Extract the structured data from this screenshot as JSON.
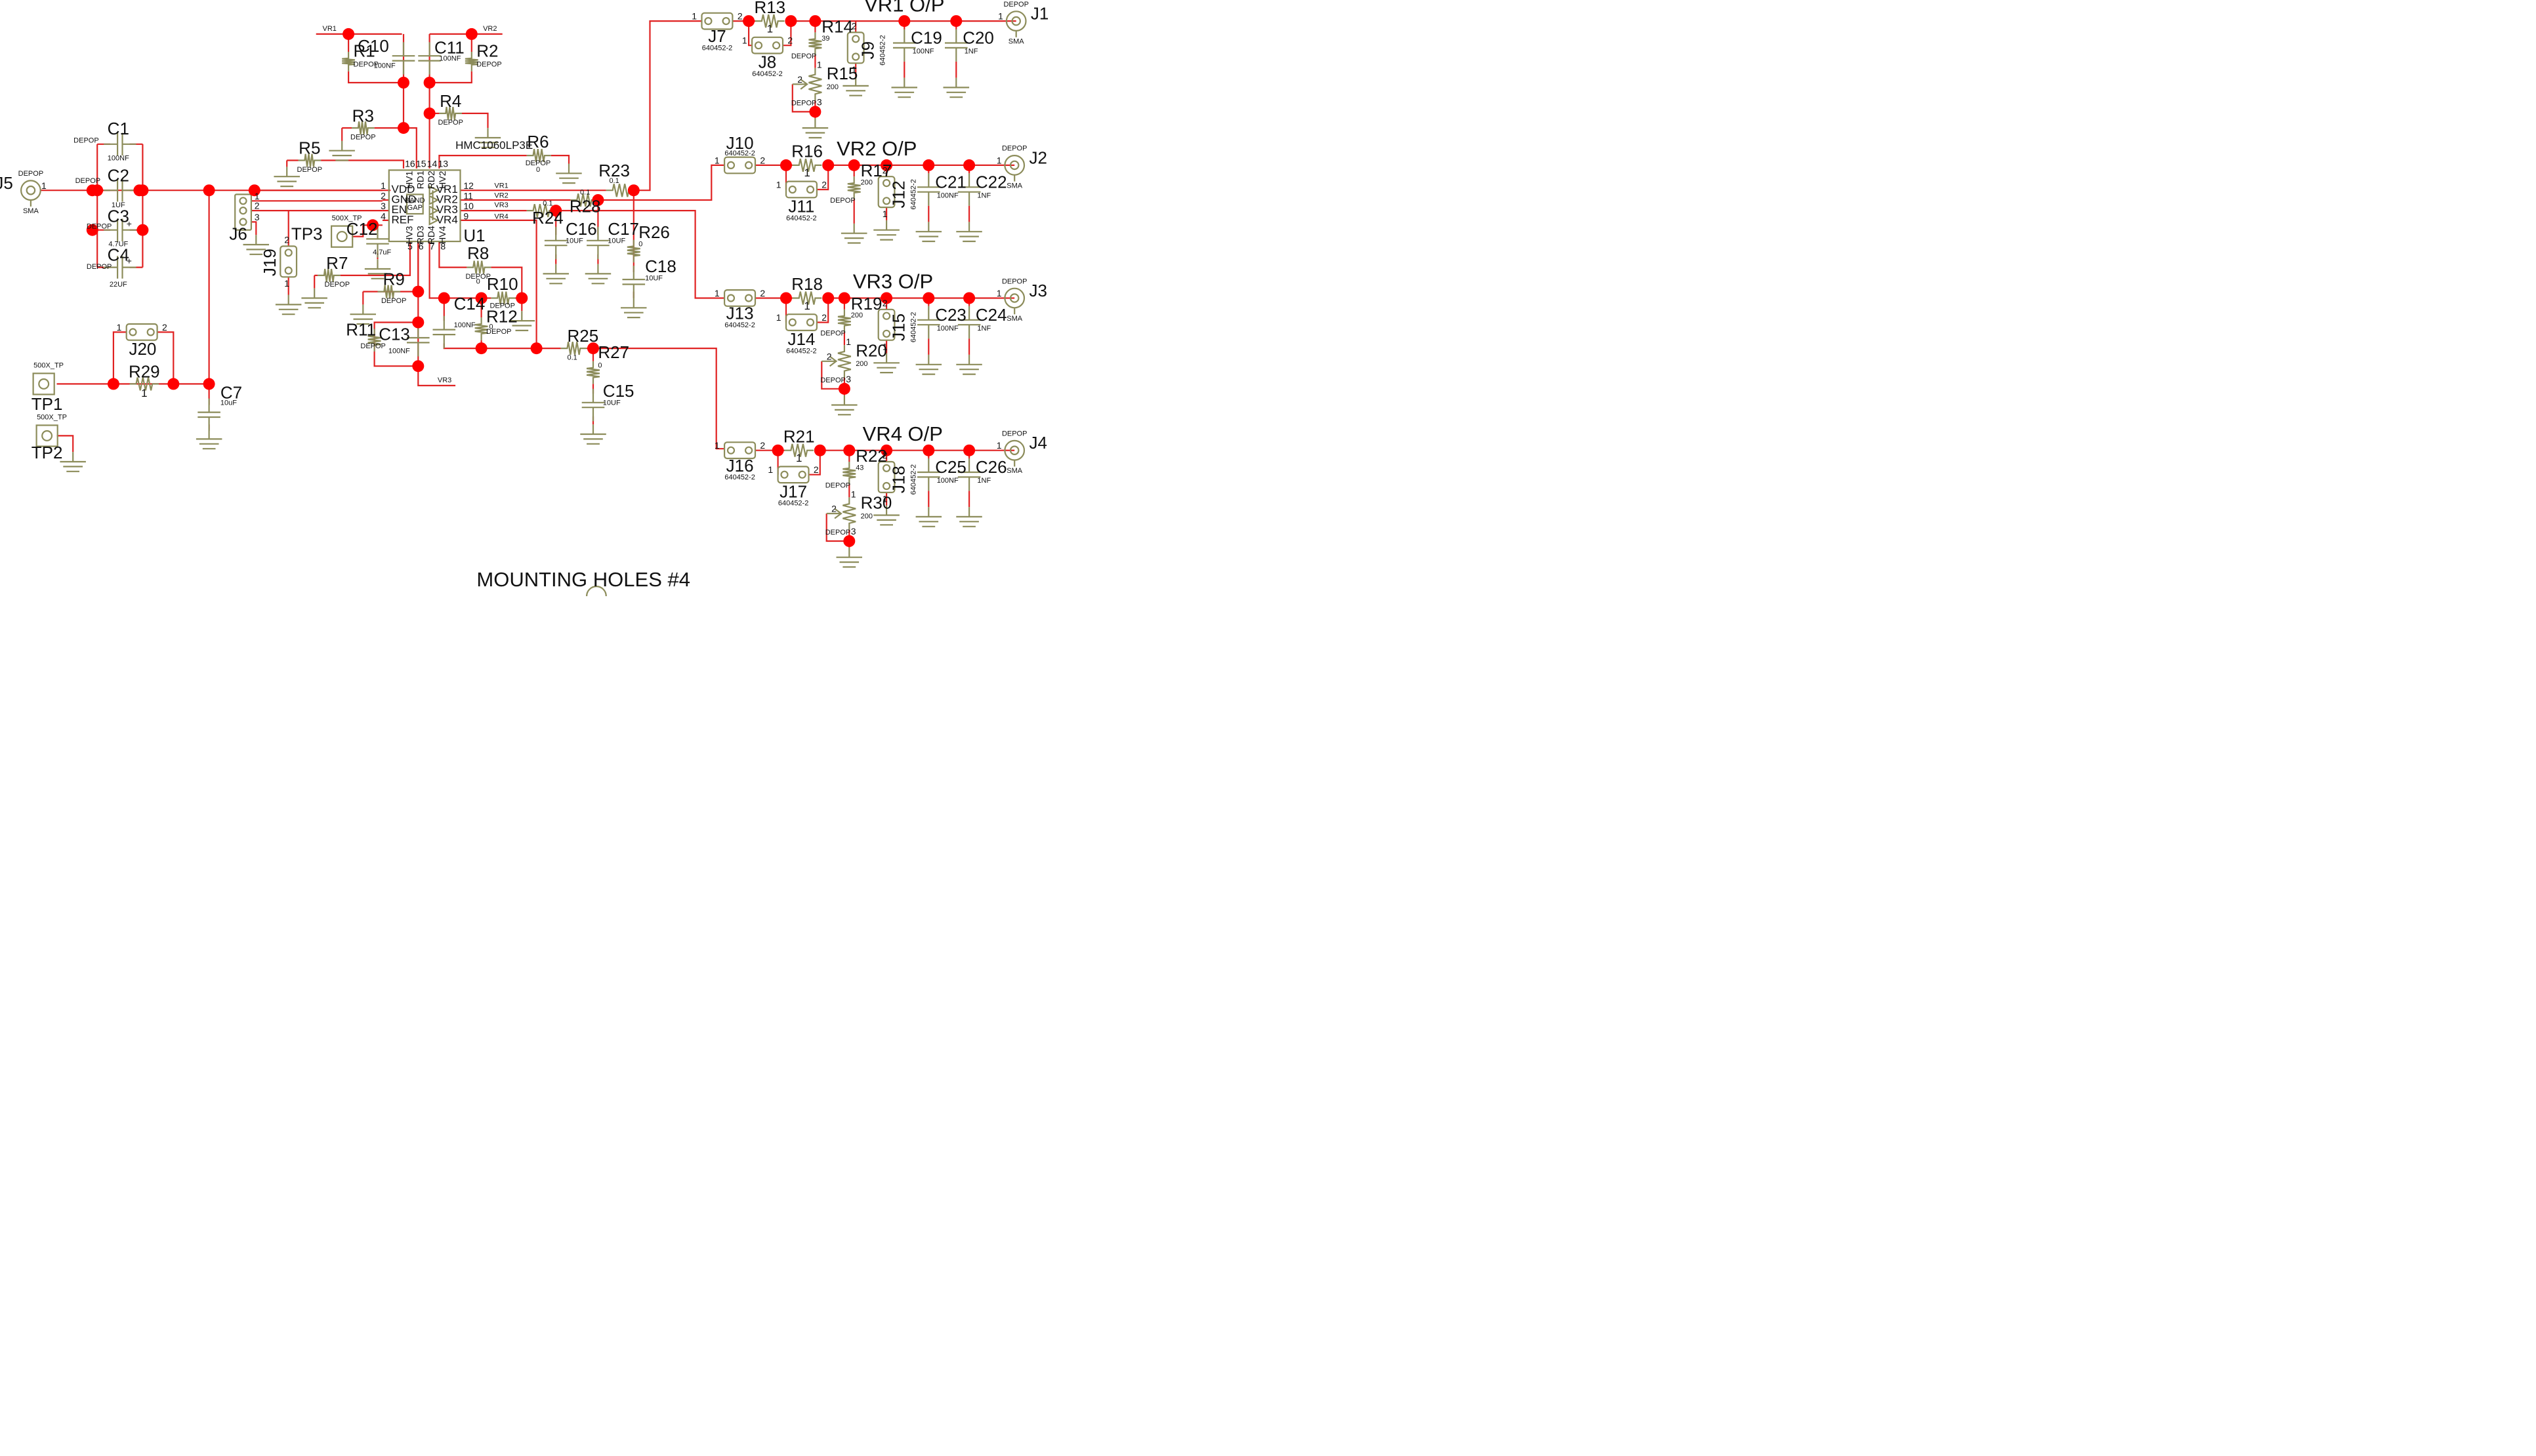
{
  "ic": {
    "ref": "U1",
    "part": "HMC1060LP3E",
    "left_pins": [
      {
        "num": "1",
        "name": "VDD"
      },
      {
        "num": "2",
        "name": "GND"
      },
      {
        "num": "3",
        "name": "EN"
      },
      {
        "num": "4",
        "name": "REF"
      }
    ],
    "right_pins": [
      {
        "num": "12",
        "name": "VR1"
      },
      {
        "num": "11",
        "name": "VR2"
      },
      {
        "num": "10",
        "name": "VR3"
      },
      {
        "num": "9",
        "name": "VR4"
      }
    ],
    "top_pins": [
      {
        "num": "16",
        "name": "HV1"
      },
      {
        "num": "15",
        "name": "RD1"
      },
      {
        "num": "14",
        "name": "RD2"
      },
      {
        "num": "13",
        "name": "HV2"
      }
    ],
    "bottom_pins": [
      {
        "num": "5",
        "name": "HV3"
      },
      {
        "num": "6",
        "name": "RD3"
      },
      {
        "num": "7",
        "name": "RD4"
      },
      {
        "num": "8",
        "name": "HV4"
      }
    ],
    "bandgap": [
      "BAND",
      "GAP"
    ]
  },
  "outputs": [
    "VR1 O/P",
    "VR2 O/P",
    "VR3 O/P",
    "VR4 O/P"
  ],
  "net_labels": [
    "VR1",
    "VR2",
    "VR3",
    "VR4"
  ],
  "connectors": [
    {
      "ref": "J1",
      "top": "DEPOP",
      "bottom": "SMA"
    },
    {
      "ref": "J2",
      "top": "DEPOP",
      "bottom": "SMA"
    },
    {
      "ref": "J3",
      "top": "DEPOP",
      "bottom": "SMA"
    },
    {
      "ref": "J4",
      "top": "DEPOP",
      "bottom": "SMA"
    },
    {
      "ref": "J5",
      "top": "DEPOP",
      "bottom": "SMA"
    }
  ],
  "components": [
    {
      "ref": "C1",
      "val": "100NF"
    },
    {
      "ref": "C2",
      "val": "1UF"
    },
    {
      "ref": "C3",
      "val": "4.7UF"
    },
    {
      "ref": "C4",
      "val": "22UF"
    },
    {
      "ref": "C7",
      "val": "10uF"
    },
    {
      "ref": "C10",
      "val": "100NF"
    },
    {
      "ref": "C11",
      "val": "100NF"
    },
    {
      "ref": "C12",
      "val": "4.7uF"
    },
    {
      "ref": "C13",
      "val": "100NF"
    },
    {
      "ref": "C14",
      "val": "100NF"
    },
    {
      "ref": "C15",
      "val": "10UF"
    },
    {
      "ref": "C16",
      "val": "10UF"
    },
    {
      "ref": "C17",
      "val": "10UF"
    },
    {
      "ref": "C18",
      "val": "10UF"
    },
    {
      "ref": "C19",
      "val": "100NF"
    },
    {
      "ref": "C20",
      "val": "1NF"
    },
    {
      "ref": "C21",
      "val": "100NF"
    },
    {
      "ref": "C22",
      "val": "1NF"
    },
    {
      "ref": "C23",
      "val": "100NF"
    },
    {
      "ref": "C24",
      "val": "1NF"
    },
    {
      "ref": "C25",
      "val": "100NF"
    },
    {
      "ref": "C26",
      "val": "1NF"
    },
    {
      "ref": "R1",
      "val": "DEPOP"
    },
    {
      "ref": "R2",
      "val": "DEPOP"
    },
    {
      "ref": "R3",
      "val": "DEPOP"
    },
    {
      "ref": "R4",
      "val": "DEPOP"
    },
    {
      "ref": "R5",
      "val": "DEPOP"
    },
    {
      "ref": "R6",
      "val": "DEPOP",
      "val2": "0"
    },
    {
      "ref": "R7",
      "val": "DEPOP"
    },
    {
      "ref": "R8",
      "val": "DEPOP",
      "val2": "0"
    },
    {
      "ref": "R9",
      "val": "DEPOP"
    },
    {
      "ref": "R10",
      "val": "DEPOP"
    },
    {
      "ref": "R11",
      "val": "DEPOP"
    },
    {
      "ref": "R12",
      "val": "0",
      "val2": "DEPOP"
    },
    {
      "ref": "R13",
      "val": "1"
    },
    {
      "ref": "R14",
      "val": "39",
      "val2": "DEPOP"
    },
    {
      "ref": "R15",
      "val": "200"
    },
    {
      "ref": "R16",
      "val": "1"
    },
    {
      "ref": "R17",
      "val": "200",
      "val2": "DEPOP"
    },
    {
      "ref": "R18",
      "val": "1"
    },
    {
      "ref": "R19",
      "val": "200",
      "val2": "DEPOP"
    },
    {
      "ref": "R20",
      "val": "200"
    },
    {
      "ref": "R21",
      "val": "1"
    },
    {
      "ref": "R22",
      "val": "43",
      "val2": "DEPOP"
    },
    {
      "ref": "R23",
      "val": "0.1"
    },
    {
      "ref": "R24",
      "val": "0.1"
    },
    {
      "ref": "R25",
      "val": "0.1"
    },
    {
      "ref": "R26",
      "val": "0"
    },
    {
      "ref": "R27",
      "val": "0"
    },
    {
      "ref": "R28",
      "val": "0.1"
    },
    {
      "ref": "R29",
      "val": "1"
    },
    {
      "ref": "R30",
      "val": "200"
    }
  ],
  "jumpers": [
    {
      "ref": "J6"
    },
    {
      "ref": "J7",
      "part": "640452-2"
    },
    {
      "ref": "J8",
      "part": "640452-2"
    },
    {
      "ref": "J9",
      "part": "640452-2"
    },
    {
      "ref": "J10",
      "part": "640452-2"
    },
    {
      "ref": "J11",
      "part": "640452-2"
    },
    {
      "ref": "J12",
      "part": "640452-2"
    },
    {
      "ref": "J13",
      "part": "640452-2"
    },
    {
      "ref": "J14",
      "part": "640452-2"
    },
    {
      "ref": "J15",
      "part": "640452-2"
    },
    {
      "ref": "J16",
      "part": "640452-2"
    },
    {
      "ref": "J17",
      "part": "640452-2"
    },
    {
      "ref": "J18",
      "part": "640452-2"
    },
    {
      "ref": "J19"
    },
    {
      "ref": "J20"
    }
  ],
  "test_points": [
    {
      "ref": "TP1",
      "label": "500X_TP"
    },
    {
      "ref": "TP2",
      "label": "500X_TP"
    },
    {
      "ref": "TP3",
      "label": "500X_TP"
    }
  ],
  "depop_note": "DEPOP",
  "footer": "MOUNTING HOLES #4"
}
